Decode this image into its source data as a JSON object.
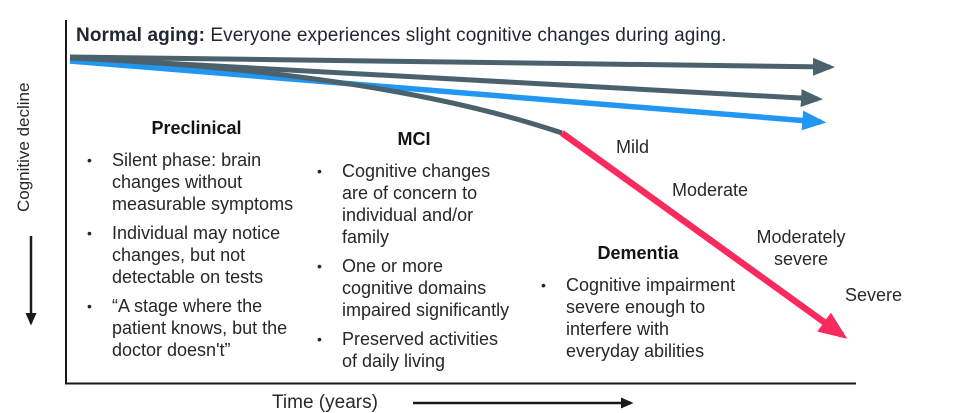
{
  "header": {
    "bold": "Normal aging:",
    "rest": " Everyone experiences slight cognitive changes during aging."
  },
  "axes": {
    "y_label": "Cognitive decline",
    "x_label": "Time (years)"
  },
  "stages": {
    "preclinical": {
      "title": "Preclinical",
      "bullets": [
        "Silent phase: brain\nchanges without\nmeasurable symptoms",
        "Individual may notice\nchanges, but not\ndetectable on tests",
        "“A stage where the\npatient knows, but the\ndoctor doesn't”"
      ]
    },
    "mci": {
      "title": "MCI",
      "bullets": [
        "Cognitive changes\nare of concern to\nindividual and/or\nfamily",
        "One or more\ncognitive domains\nimpaired significantly",
        "Preserved activities\nof daily living"
      ]
    },
    "dementia": {
      "title": "Dementia",
      "bullets": [
        "Cognitive impairment\nsevere enough to\ninterfere with\neveryday abilities"
      ]
    }
  },
  "severity_labels": {
    "mild": "Mild",
    "moderate": "Moderate",
    "moderately_severe": "Moderately\nsevere",
    "severe": "Severe"
  },
  "colors": {
    "slate": "#4b626d",
    "blue": "#2196f3",
    "pink": "#f92b5e",
    "axis": "#1a1a1a"
  },
  "trajectories": [
    {
      "name": "normal-aging-upper",
      "color": "#4b626d"
    },
    {
      "name": "normal-aging-lower",
      "color": "#4b626d"
    },
    {
      "name": "normal-aging-blue",
      "color": "#2196f3"
    },
    {
      "name": "dementia-decline",
      "color": "#f92b5e"
    }
  ]
}
